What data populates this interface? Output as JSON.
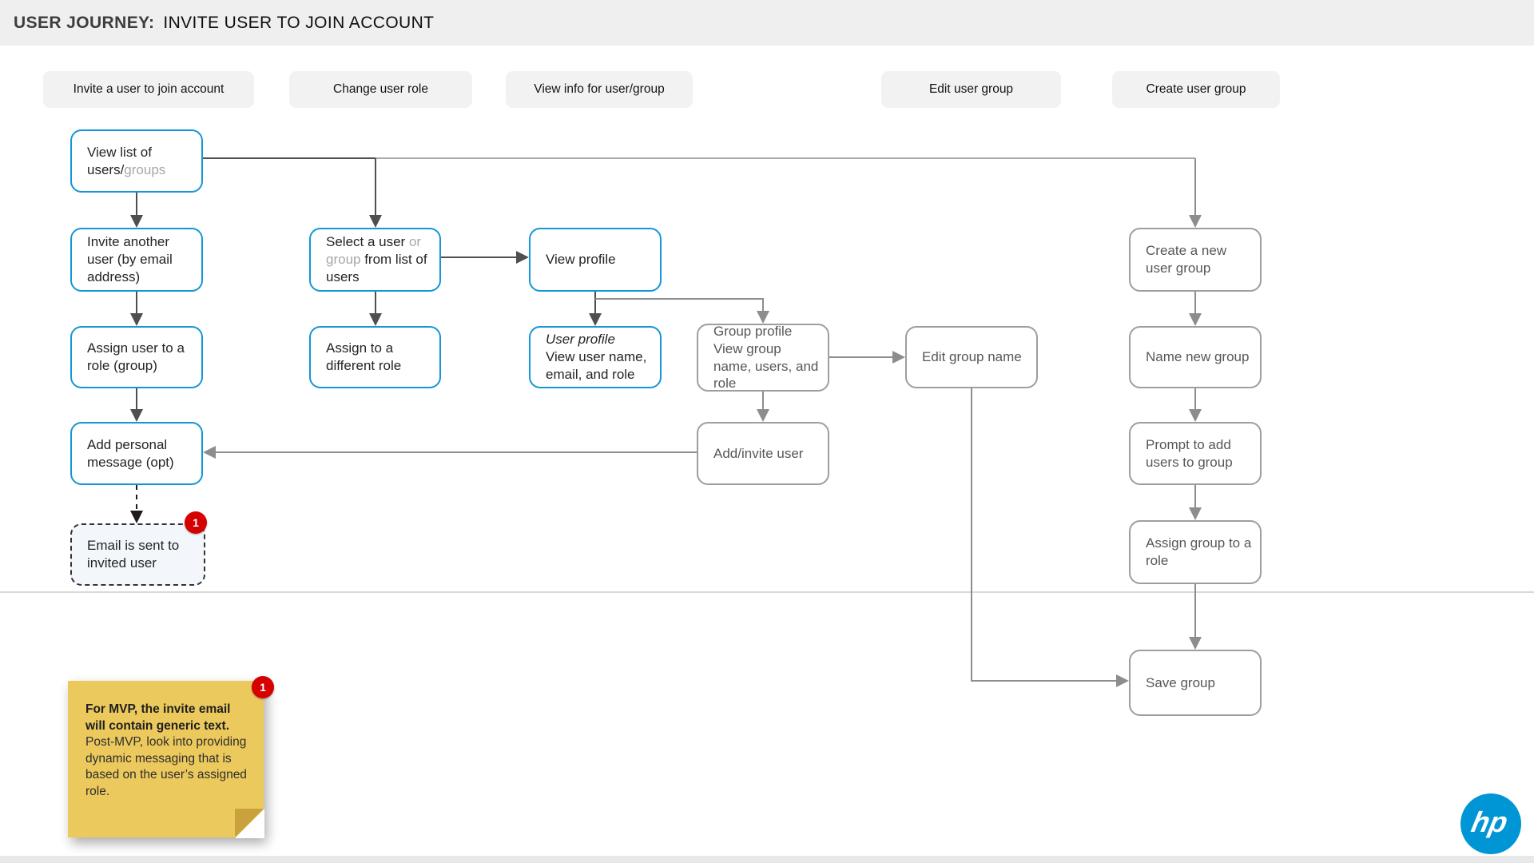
{
  "header": {
    "prefix": "USER JOURNEY:",
    "title": "INVITE USER TO JOIN ACCOUNT"
  },
  "journey_tabs": [
    {
      "label": "Invite a user to join  account"
    },
    {
      "label": "Change user role"
    },
    {
      "label": "View info for user/group"
    },
    {
      "label": "Edit user group"
    },
    {
      "label": "Create user group"
    }
  ],
  "nodes": {
    "view_list": {
      "text_black": "View  list of users/",
      "text_gray": "groups"
    },
    "invite_another": {
      "label": "Invite another user (by email address)"
    },
    "assign_user_role": {
      "label": "Assign user to a role (group)"
    },
    "add_personal_message": {
      "label": "Add personal message (opt)"
    },
    "email_sent": {
      "label": "Email is sent to invited user",
      "badge": "1"
    },
    "select_user": {
      "seg_black1": "Select a user ",
      "seg_gray": "or group ",
      "seg_black2": " from list of users"
    },
    "assign_different_role": {
      "label": "Assign to a different role"
    },
    "view_profile": {
      "label": "View profile"
    },
    "user_profile": {
      "title": "User profile",
      "label": "View user name, email, and role"
    },
    "group_profile": {
      "title": "Group profile",
      "label": "View group name, users, and role"
    },
    "edit_group_name": {
      "label": "Edit group name"
    },
    "add_invite_user": {
      "label": "Add/invite user"
    },
    "create_user_group": {
      "label": "Create a new user group"
    },
    "name_new_group": {
      "label": "Name new group"
    },
    "prompt_add_users": {
      "label": "Prompt to add users to group"
    },
    "assign_group_role": {
      "label": "Assign group to a role"
    },
    "save_group": {
      "label": "Save group"
    }
  },
  "note": {
    "badge": "1",
    "bold": "For MVP, the invite email will contain generic text.",
    "body": "Post-MVP, look into providing dynamic messaging  that is based on the user’s assigned role."
  },
  "logo": {
    "text": "hp"
  },
  "colors": {
    "accent_blue": "#1496d8",
    "hp_blue": "#0096d6",
    "node_grey_border": "#9e9e9e",
    "arrow_dark": "#4f4f4f",
    "arrow_grey": "#8d8d8d",
    "badge_red": "#d60000",
    "sticky_yellow": "#ecc95c",
    "header_grey": "#efefef"
  }
}
